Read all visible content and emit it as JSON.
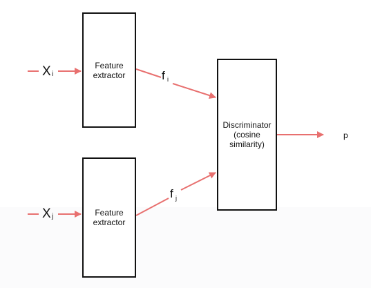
{
  "diagram": {
    "inputs": {
      "xi": {
        "main": "X",
        "sub": "i"
      },
      "xj": {
        "main": "X",
        "sub": "j"
      }
    },
    "feature_extractor_top": {
      "line1": "Feature",
      "line2": "extractor"
    },
    "feature_extractor_bottom": {
      "line1": "Feature",
      "line2": "extractor"
    },
    "features": {
      "fi": {
        "main": "f",
        "sub": "i"
      },
      "fj": {
        "main": "f",
        "sub": "j"
      }
    },
    "discriminator": {
      "line1": "Discriminator",
      "line2": "(cosine",
      "line3": "similarity)"
    },
    "output": "p"
  },
  "colors": {
    "arrow": "#e8706f",
    "box_border": "#111111",
    "text": "#111111"
  }
}
